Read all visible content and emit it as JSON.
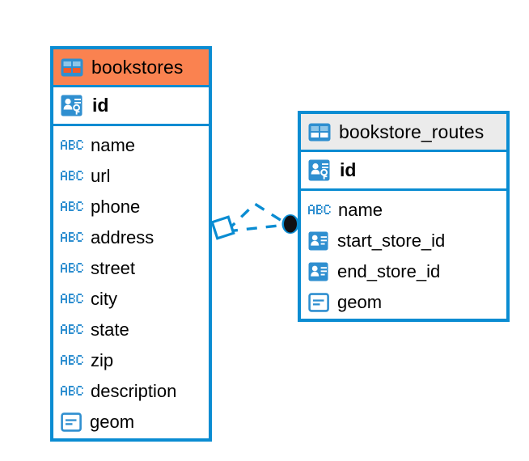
{
  "diagram": {
    "title": "Database entity relationship diagram",
    "colors": {
      "border_blue": "#0A8CD2",
      "header_orange": "#FA8250",
      "header_gray": "#EBEBEB",
      "icon_blue": "#2F8FD0",
      "background": "#FFFFFF",
      "endpoint_dark": "#101014"
    }
  },
  "tables": [
    {
      "name": "bookstores",
      "header_icon": "table-icon",
      "header_style": "orange",
      "primary_key": {
        "label": "id",
        "icon": "primary-key-icon"
      },
      "fields": [
        {
          "label": "name",
          "icon": "abc-text-icon"
        },
        {
          "label": "url",
          "icon": "abc-text-icon"
        },
        {
          "label": "phone",
          "icon": "abc-text-icon"
        },
        {
          "label": "address",
          "icon": "abc-text-icon"
        },
        {
          "label": "street",
          "icon": "abc-text-icon"
        },
        {
          "label": "city",
          "icon": "abc-text-icon"
        },
        {
          "label": "state",
          "icon": "abc-text-icon"
        },
        {
          "label": "zip",
          "icon": "abc-text-icon"
        },
        {
          "label": "description",
          "icon": "abc-text-icon"
        },
        {
          "label": "geom",
          "icon": "geometry-icon"
        }
      ]
    },
    {
      "name": "bookstore_routes",
      "header_icon": "table-icon",
      "header_style": "gray",
      "primary_key": {
        "label": "id",
        "icon": "primary-key-icon"
      },
      "fields": [
        {
          "label": "name",
          "icon": "abc-text-icon"
        },
        {
          "label": "start_store_id",
          "icon": "foreign-key-icon"
        },
        {
          "label": "end_store_id",
          "icon": "foreign-key-icon"
        },
        {
          "label": "geom",
          "icon": "geometry-icon"
        }
      ]
    }
  ],
  "relationship": {
    "from_table": "bookstores",
    "to_table": "bookstore_routes",
    "from_marker": "diamond-marker",
    "to_marker": "circle-marker",
    "line_style": "dashed"
  }
}
